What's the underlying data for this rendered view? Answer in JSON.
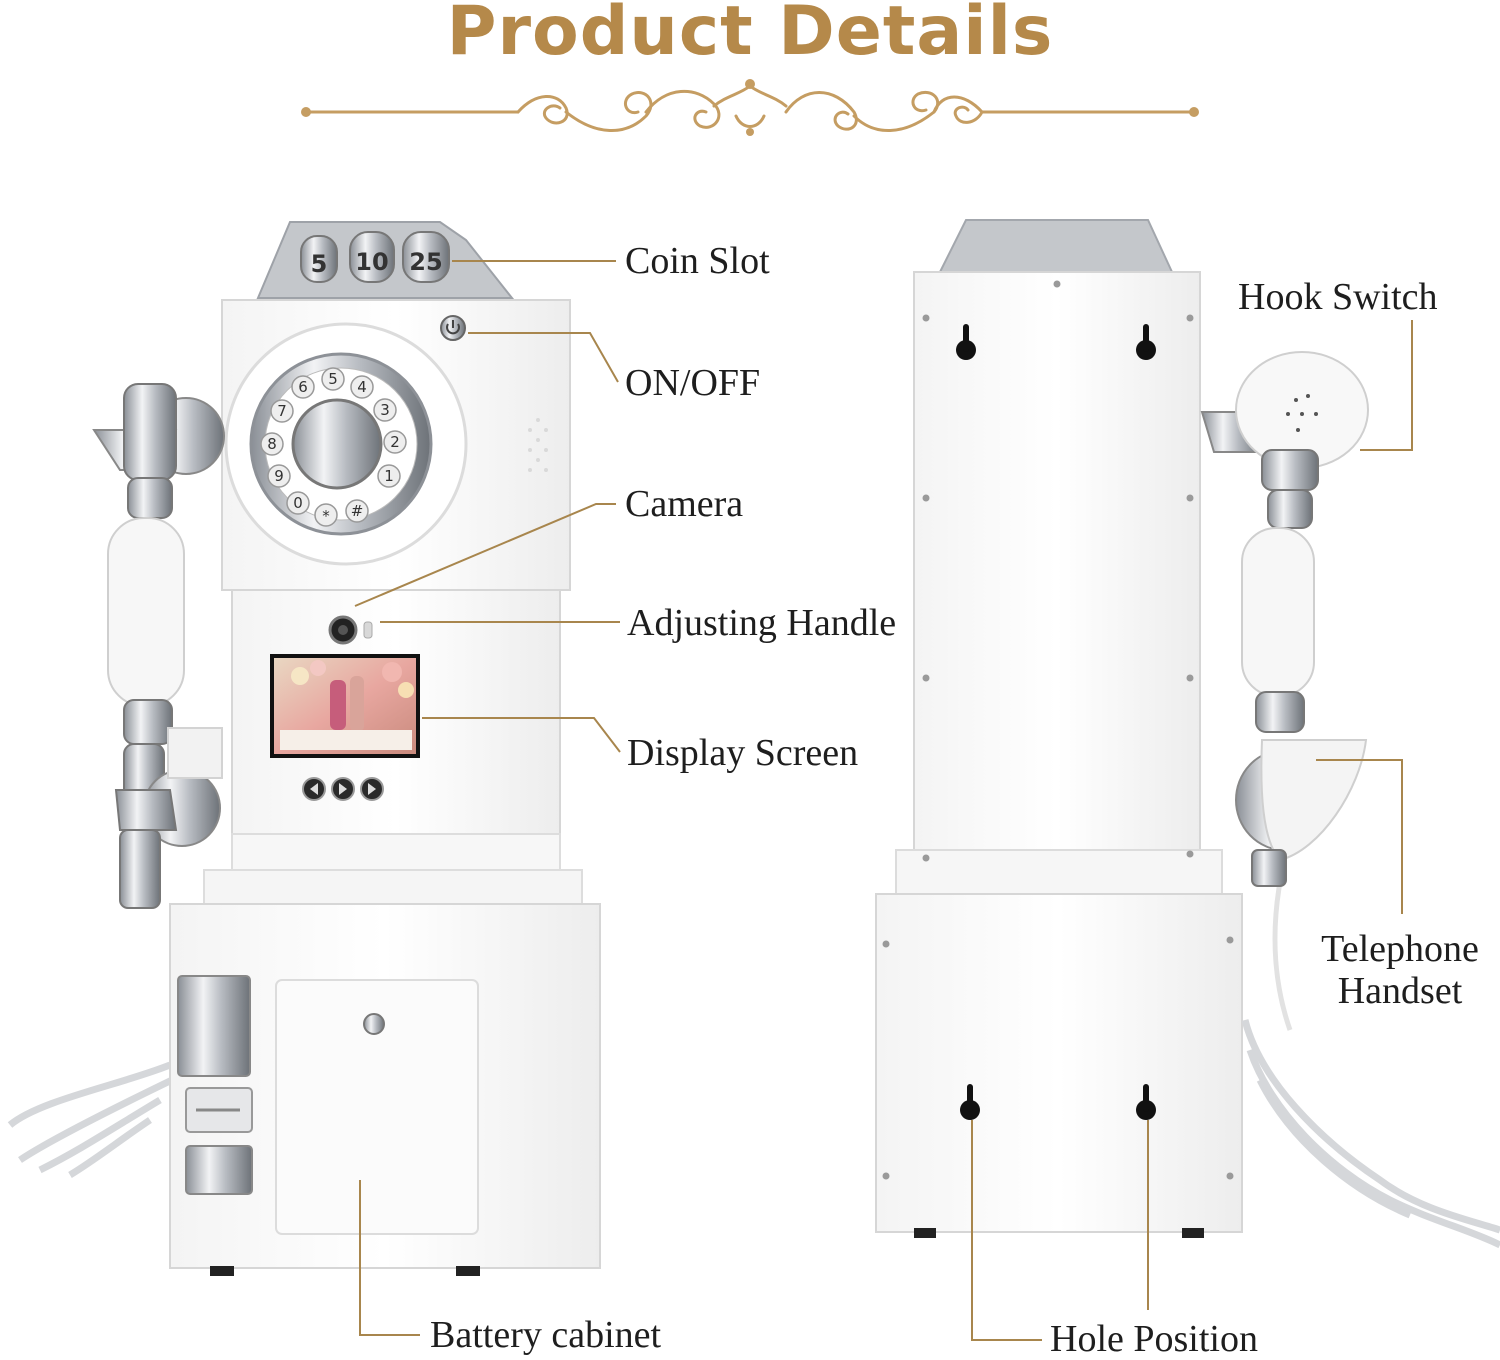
{
  "title": "Product Details",
  "colors": {
    "title": "#b5894a",
    "leader": "#a8864d",
    "ornament": "#c59d62"
  },
  "labels": {
    "coin_slot": "Coin Slot",
    "on_off": "ON/OFF",
    "camera": "Camera",
    "adjusting_handle": "Adjusting Handle",
    "display_screen": "Display Screen",
    "battery_cabinet": "Battery cabinet",
    "hook_switch": "Hook Switch",
    "telephone_handset": "Telephone\nHandset",
    "hole_position": "Hole Position"
  },
  "coin_values": [
    "5",
    "10",
    "25"
  ],
  "dial_digits": [
    "5",
    "4",
    "3",
    "2",
    "1",
    "#",
    "*",
    "0",
    "9",
    "8",
    "7",
    "6"
  ]
}
